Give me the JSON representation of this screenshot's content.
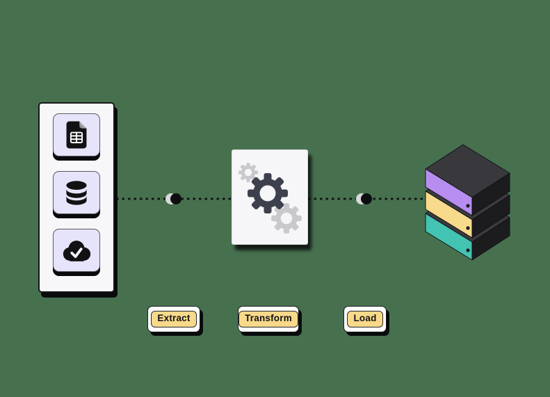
{
  "canvas": {
    "background_color": "#47714e"
  },
  "pipeline": {
    "stages": [
      {
        "id": "extract",
        "label": "Extract"
      },
      {
        "id": "transform",
        "label": "Transform"
      },
      {
        "id": "load",
        "label": "Load"
      }
    ],
    "source_panel": {
      "icons": [
        {
          "name": "file-spreadsheet-icon"
        },
        {
          "name": "database-icon"
        },
        {
          "name": "cloud-check-icon"
        }
      ]
    },
    "transform_card": {
      "icon": "gears-icon"
    },
    "destination_stack": {
      "icon": "server-stack-icon",
      "drive_face_colors": [
        "#b78ef0",
        "#f8da8c",
        "#43c3b2"
      ]
    },
    "connectors": {
      "count": 2,
      "style": "dashed",
      "packet": "sphere-dot"
    }
  },
  "colors": {
    "background": "#47714e",
    "panel_bg": "#f7f6f8",
    "tile_bg": "#e6e4fa",
    "chip_bg": "#f8d98a",
    "chip_border": "#26262a",
    "gear_dark": "#3d414d",
    "gear_light": "#c9c9cd",
    "drive_purple": "#b78ef0",
    "drive_yellow": "#f8da8c",
    "drive_teal": "#43c3b2",
    "stack_top_face": "#39393d",
    "stack_side_face": "#1c1c1f",
    "connector": "#141416",
    "shadow": "#0a0a0c"
  }
}
